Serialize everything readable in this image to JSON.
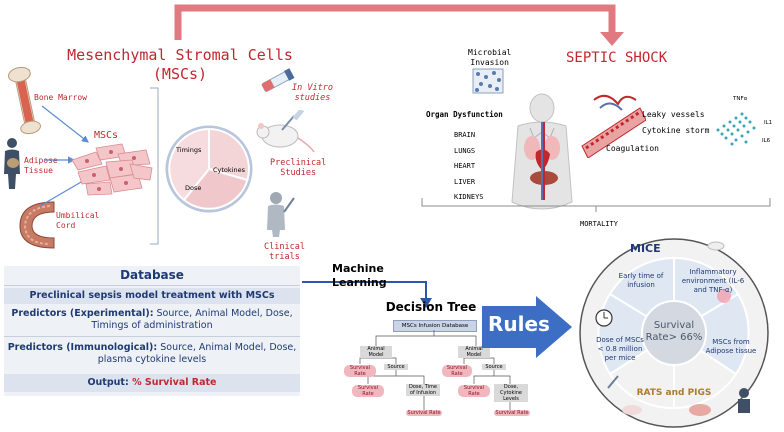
{
  "msc_section": {
    "title_line1": "Mesenchymal Stromal Cells",
    "title_line2": "(MSCs)",
    "bone_marrow": "Bone Marrow",
    "adipose_tissue": "Adipose\nTissue",
    "umbilical_cord": "Umbilical\nCord",
    "mscs_label": "MSCs",
    "pie_labels": [
      "Timings",
      "Cytokines",
      "Dose"
    ],
    "in_vitro": "In Vitro\nstudies",
    "preclinical": "Preclinical\nStudies",
    "clinical": "Clinical\ntrials"
  },
  "septic_section": {
    "title": "SEPTIC SHOCK",
    "microbial": "Microbial\nInvasion",
    "organ_dysfunction": "Organ Dysfunction",
    "organs": [
      "BRAIN",
      "LUNGS",
      "HEART",
      "LIVER",
      "KIDNEYS"
    ],
    "leaky": "Leaky vessels",
    "storm": "Cytokine storm",
    "coagulation": "Coagulation",
    "tnf": "TNFα",
    "il1": "IL1",
    "il6": "IL6",
    "mortality": "MORTALITY"
  },
  "database": {
    "title": "Database",
    "row1": "Preclinical sepsis model treatment with MSCs",
    "row2_bold": "Predictors (Experimental):",
    "row2_rest": " Source, Animal Model, Dose,",
    "row2_line2": "Timings of administration",
    "row3_bold": "Predictors (Immunological):",
    "row3_rest": " Source, Animal Model, Dose,",
    "row3_line2": "plasma cytokine levels",
    "row4_prefix": "Output: ",
    "row4_value": "% Survival Rate"
  },
  "ml_label": "Machine\nLearning",
  "decision_tree": {
    "title": "Decision Tree",
    "db_label": "MSCs Infusion Database",
    "animal_model": "Animal Model",
    "survival_rate": "Survival Rate",
    "source": "Source",
    "dose_time": "Dose, Time of Infusion",
    "dose_cytokine": "Dose, Cytokine Levels"
  },
  "rules_label": "Rules",
  "results": {
    "mice": "MICE",
    "early_time": "Early time of infusion",
    "inflammatory": "Inflammatory environment (IL-6 and TNF-α)",
    "survival": "Survival Rate> 66%",
    "dose": "Dose of MSCs < 0.8 million per mice",
    "adipose": "MSCs from Adipose tissue",
    "rats_pigs": "RATS and PIGS"
  },
  "colors": {
    "accent_red": "#c0282d",
    "arrow_pink": "#e07a80",
    "db_navy": "#1f3a73",
    "rules_blue": "#3c6fc4"
  }
}
